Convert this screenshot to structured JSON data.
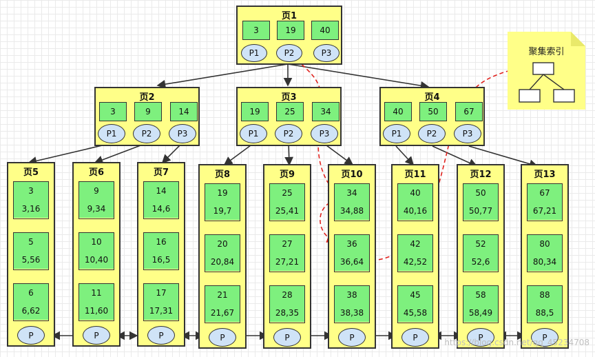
{
  "root": {
    "title": "页1",
    "keys": [
      "3",
      "19",
      "40"
    ],
    "ptrs": [
      "P1",
      "P2",
      "P3"
    ]
  },
  "internal": [
    {
      "title": "页2",
      "keys": [
        "3",
        "9",
        "14"
      ],
      "ptrs": [
        "P1",
        "P2",
        "P3"
      ]
    },
    {
      "title": "页3",
      "keys": [
        "19",
        "25",
        "34"
      ],
      "ptrs": [
        "P1",
        "P2",
        "P3"
      ]
    },
    {
      "title": "页4",
      "keys": [
        "40",
        "50",
        "67"
      ],
      "ptrs": [
        "P1",
        "P2",
        "P3"
      ]
    }
  ],
  "leaves": [
    {
      "title": "页5",
      "records": [
        {
          "k": "3",
          "v": "3,16"
        },
        {
          "k": "5",
          "v": "5,56"
        },
        {
          "k": "6",
          "v": "6,62"
        }
      ],
      "ptr": "P"
    },
    {
      "title": "页6",
      "records": [
        {
          "k": "9",
          "v": "9,34"
        },
        {
          "k": "10",
          "v": "10,40"
        },
        {
          "k": "11",
          "v": "11,60"
        }
      ],
      "ptr": "P"
    },
    {
      "title": "页7",
      "records": [
        {
          "k": "14",
          "v": "14,6"
        },
        {
          "k": "16",
          "v": "16,5"
        },
        {
          "k": "17",
          "v": "17,31"
        }
      ],
      "ptr": "P"
    },
    {
      "title": "页8",
      "records": [
        {
          "k": "19",
          "v": "19,7"
        },
        {
          "k": "20",
          "v": "20,84"
        },
        {
          "k": "21",
          "v": "21,67"
        }
      ],
      "ptr": "P"
    },
    {
      "title": "页9",
      "records": [
        {
          "k": "25",
          "v": "25,41"
        },
        {
          "k": "27",
          "v": "27,21"
        },
        {
          "k": "28",
          "v": "28,35"
        }
      ],
      "ptr": "P"
    },
    {
      "title": "页10",
      "records": [
        {
          "k": "34",
          "v": "34,88"
        },
        {
          "k": "36",
          "v": "36,64"
        },
        {
          "k": "38",
          "v": "38,38"
        }
      ],
      "ptr": "P"
    },
    {
      "title": "页11",
      "records": [
        {
          "k": "40",
          "v": "40,16"
        },
        {
          "k": "42",
          "v": "42,52"
        },
        {
          "k": "45",
          "v": "45,58"
        }
      ],
      "ptr": "P"
    },
    {
      "title": "页12",
      "records": [
        {
          "k": "50",
          "v": "50,77"
        },
        {
          "k": "52",
          "v": "52,6"
        },
        {
          "k": "58",
          "v": "58,49"
        }
      ],
      "ptr": "P"
    },
    {
      "title": "页13",
      "records": [
        {
          "k": "67",
          "v": "67,21"
        },
        {
          "k": "80",
          "v": "80,34"
        },
        {
          "k": "88",
          "v": "88,5"
        }
      ],
      "ptr": "P"
    }
  ],
  "note": {
    "title": "聚集索引"
  },
  "watermark": "https://blog.csdn.net/qq_45234708",
  "colors": {
    "page": "#ffff88",
    "key": "#7ef07e",
    "pointer": "#cfe3f7",
    "search_path": "#e0221e",
    "edge": "#333333"
  }
}
